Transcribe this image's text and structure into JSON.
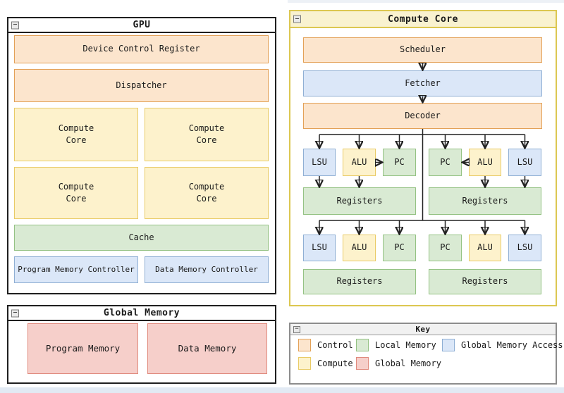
{
  "icons": {
    "minimize": "−"
  },
  "colors": {
    "control_fill": "#fce5cd",
    "control_border": "#e3a157",
    "compute_fill": "#fdf2cc",
    "compute_border": "#e9cb66",
    "local_memory_fill": "#d9ead3",
    "local_memory_border": "#94c283",
    "global_memory_access_fill": "#dbe7f8",
    "global_memory_access_border": "#8fafd4",
    "global_memory_fill": "#f6cfca",
    "global_memory_border": "#e08a7d",
    "arrow": "#222222",
    "compute_core_window_border": "#dcc751",
    "dark_window_border": "#1f1f1f"
  },
  "gpu_window": {
    "title": "GPU",
    "device_control_register": "Device Control Register",
    "dispatcher": "Dispatcher",
    "cores": [
      "Compute\nCore",
      "Compute\nCore",
      "Compute\nCore",
      "Compute\nCore"
    ],
    "cache": "Cache",
    "program_memory_controller": "Program Memory Controller",
    "data_memory_controller": "Data Memory Controller"
  },
  "global_memory_window": {
    "title": "Global Memory",
    "program_memory": "Program Memory",
    "data_memory": "Data Memory"
  },
  "compute_core_window": {
    "title": "Compute Core",
    "scheduler": "Scheduler",
    "fetcher": "Fetcher",
    "decoder": "Decoder",
    "row1": [
      "LSU",
      "ALU",
      "PC",
      "PC",
      "ALU",
      "LSU"
    ],
    "row2": [
      "LSU",
      "ALU",
      "PC",
      "PC",
      "ALU",
      "LSU"
    ],
    "registers": "Registers"
  },
  "key_window": {
    "title": "Key",
    "items": [
      {
        "label": "Control"
      },
      {
        "label": "Local Memory"
      },
      {
        "label": "Global Memory Access"
      },
      {
        "label": "Compute"
      },
      {
        "label": "Global Memory"
      }
    ]
  }
}
